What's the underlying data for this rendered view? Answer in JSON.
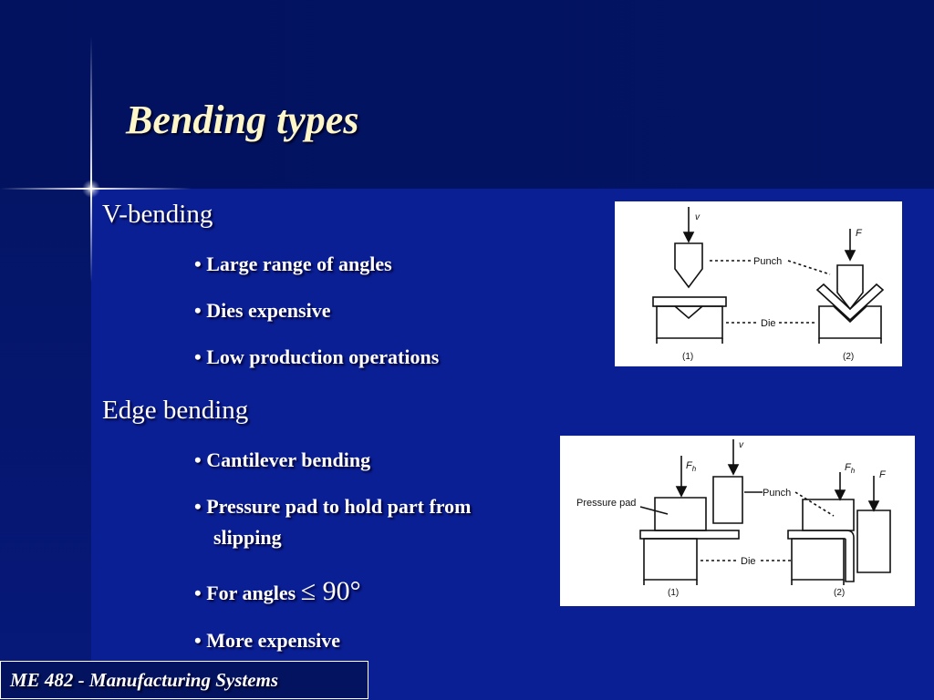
{
  "slide": {
    "title": "Bending types",
    "footer": "ME 482 - Manufacturing Systems"
  },
  "v_bending": {
    "heading": "V-bending",
    "bullets": [
      "• Large range of angles",
      "• Dies expensive",
      "• Low production operations"
    ],
    "figure_labels": {
      "v": "v",
      "f": "F",
      "punch": "Punch",
      "die": "Die",
      "step1": "(1)",
      "step2": "(2)"
    }
  },
  "edge_bending": {
    "heading": "Edge bending",
    "bullets": [
      "• Cantilever bending",
      "• Pressure pad to hold part from",
      "slipping",
      "• For angles",
      "≤ 90°",
      "• More expensive"
    ],
    "figure_labels": {
      "fh": "F",
      "h": "h",
      "v": "v",
      "f": "F",
      "pressure_pad": "Pressure pad",
      "punch": "Punch",
      "die": "Die",
      "step1": "(1)",
      "step2": "(2)"
    }
  }
}
